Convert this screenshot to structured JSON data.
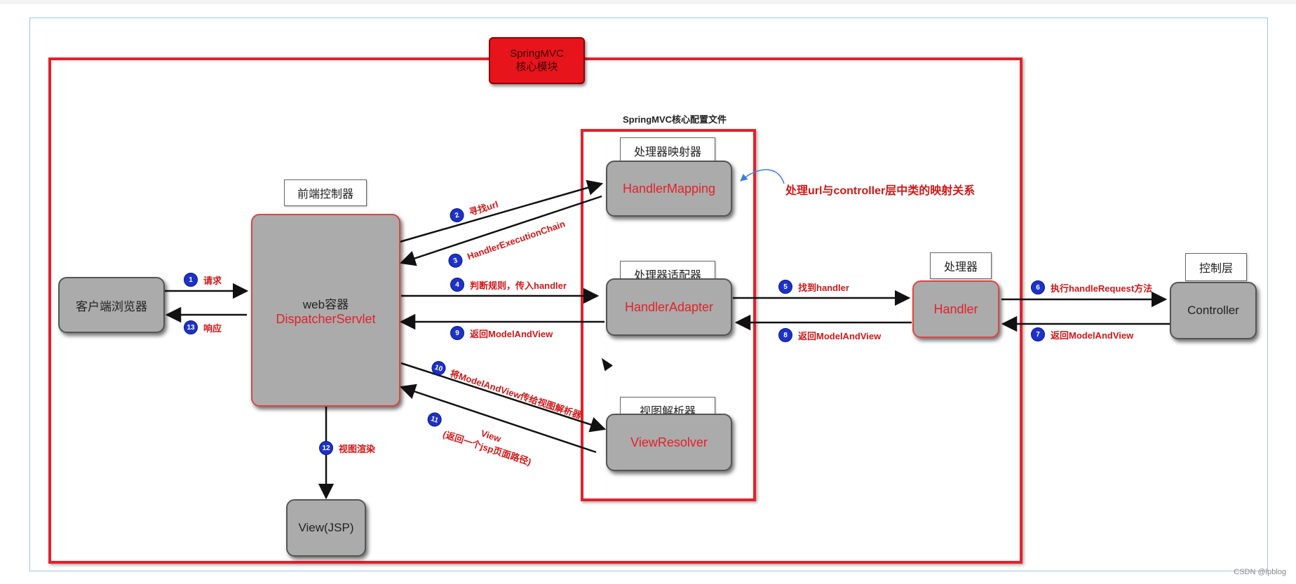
{
  "core_badge": {
    "line1": "SpringMVC",
    "line2": "核心模块"
  },
  "config_section_title": "SpringMVC核心配置文件",
  "components": {
    "browser": "客户端浏览器",
    "dispatcher": {
      "label": "前端控制器",
      "line1": "web容器",
      "line2": "DispatcherServlet"
    },
    "handler_mapping": {
      "label": "处理器映射器",
      "name": "HandlerMapping"
    },
    "handler_adapter": {
      "label": "处理器适配器",
      "name": "HandlerAdapter"
    },
    "view_resolver": {
      "label": "视图解析器",
      "name": "ViewResolver"
    },
    "handler": {
      "label": "处理器",
      "name": "Handler"
    },
    "controller": {
      "label": "控制层",
      "name": "Controller"
    },
    "view": "View(JSP)"
  },
  "mapping_note": "处理url与controller层中类的映射关系",
  "steps": [
    {
      "num": "1",
      "text": "请求"
    },
    {
      "num": "2",
      "text": "寻找url"
    },
    {
      "num": "3",
      "text": "HandlerExecutionChain"
    },
    {
      "num": "4",
      "text": "判断规则，传入handler"
    },
    {
      "num": "5",
      "text": "找到handler"
    },
    {
      "num": "6",
      "text": "执行handleRequest方法"
    },
    {
      "num": "7",
      "text": "返回ModelAndView"
    },
    {
      "num": "8",
      "text": "返回ModelAndView"
    },
    {
      "num": "9",
      "text": "返回ModelAndView"
    },
    {
      "num": "10",
      "text": "将ModelAndView传给视图解析器"
    },
    {
      "num": "11",
      "text": "View",
      "text2": "(返回一个jsp页面路径)"
    },
    {
      "num": "12",
      "text": "视图渲染"
    },
    {
      "num": "13",
      "text": "响应"
    }
  ],
  "watermark": "CSDN @lpblog",
  "colors": {
    "accent_red": "#e3212b",
    "step_blue": "#1d32c8",
    "box_gray": "#ababab"
  }
}
